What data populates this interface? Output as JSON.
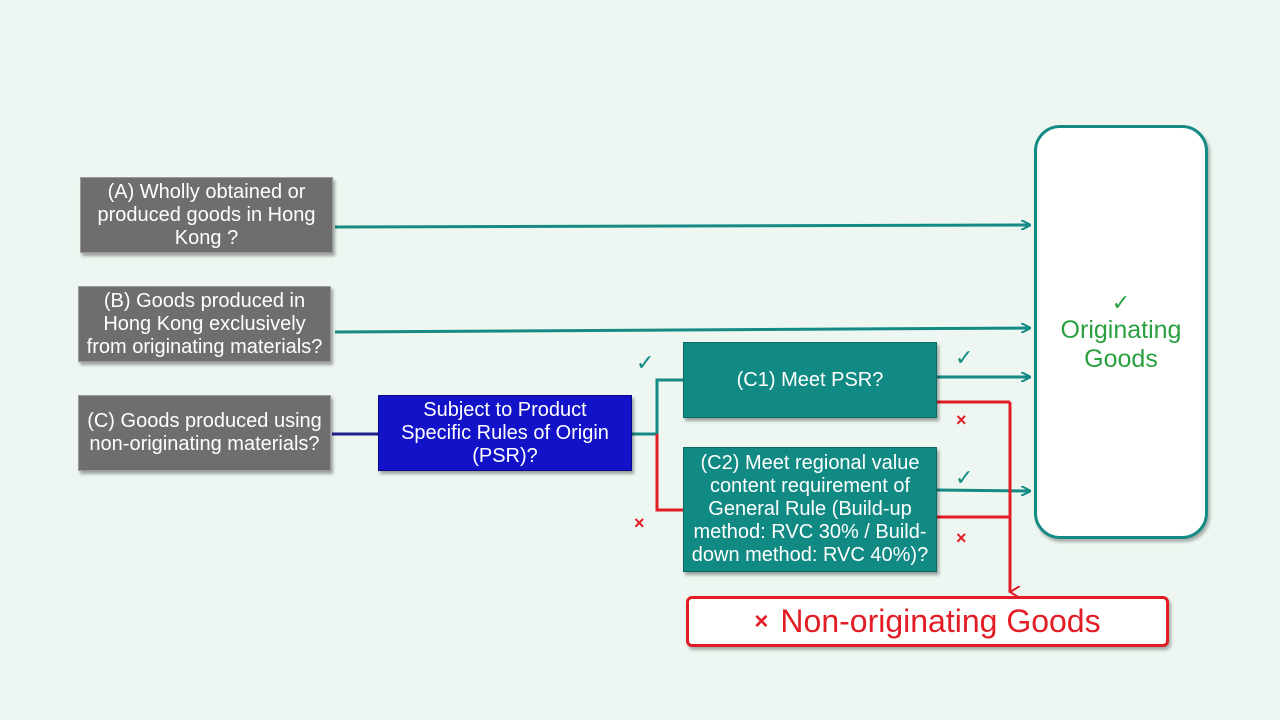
{
  "boxes": {
    "a": "(A) Wholly obtained or produced goods in Hong Kong ?",
    "b": "(B) Goods produced in Hong Kong exclusively from originating materials?",
    "c": "(C) Goods produced using non-originating materials?",
    "psr": "Subject to Product Specific Rules of Origin (PSR)?",
    "c1": "(C1) Meet PSR?",
    "c2": "(C2) Meet regional value content requirement of General Rule (Build-up method: RVC 30% / Build-down method: RVC 40%)?"
  },
  "outcomes": {
    "originating_check": "✓",
    "originating": "Originating Goods",
    "non_originating_cross": "×",
    "non_originating": "Non-originating Goods"
  },
  "marks": {
    "check": "✓",
    "cross": "×"
  },
  "colors": {
    "teal": "#148a84",
    "red": "#e21d25",
    "navy": "#1e1e8c",
    "green": "#2aa040"
  }
}
